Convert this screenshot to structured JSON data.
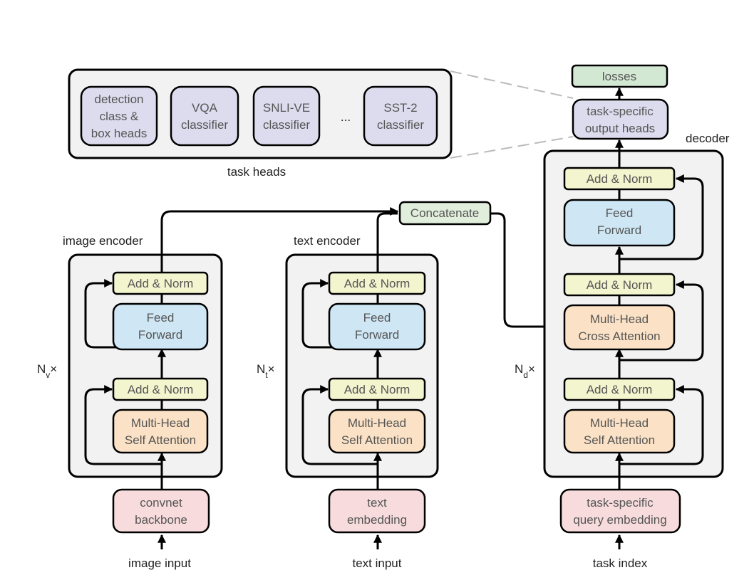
{
  "task_heads": {
    "label": "task heads",
    "heads": [
      [
        "detection",
        "class &",
        "box heads"
      ],
      [
        "VQA",
        "classifier"
      ],
      [
        "SNLI-VE",
        "classifier"
      ],
      [
        "SST-2",
        "classifier"
      ]
    ],
    "ellipsis": "..."
  },
  "image_encoder": {
    "label": "image encoder",
    "repeat": "N",
    "repeat_sub": "v",
    "add_norm_top": "Add & Norm",
    "feed_forward": [
      "Feed",
      "Forward"
    ],
    "add_norm_bottom": "Add & Norm",
    "attention": [
      "Multi-Head",
      "Self Attention"
    ],
    "input_block": [
      "convnet",
      "backbone"
    ],
    "input_label": "image input"
  },
  "text_encoder": {
    "label": "text encoder",
    "repeat": "N",
    "repeat_sub": "t",
    "add_norm_top": "Add & Norm",
    "feed_forward": [
      "Feed",
      "Forward"
    ],
    "add_norm_bottom": "Add & Norm",
    "attention": [
      "Multi-Head",
      "Self Attention"
    ],
    "input_block": [
      "text",
      "embedding"
    ],
    "input_label": "text input"
  },
  "concat": "Concatenate",
  "decoder": {
    "label": "decoder",
    "repeat": "N",
    "repeat_sub": "d",
    "add_norm_1": "Add & Norm",
    "feed_forward": [
      "Feed",
      "Forward"
    ],
    "add_norm_2": "Add & Norm",
    "cross_attention": [
      "Multi-Head",
      "Cross Attention"
    ],
    "add_norm_3": "Add & Norm",
    "self_attention": [
      "Multi-Head",
      "Self Attention"
    ],
    "input_block": [
      "task-specific",
      "query embedding"
    ],
    "input_label": "task index",
    "output_heads": [
      "task-specific",
      "output heads"
    ],
    "losses": "losses"
  },
  "times": "×",
  "colors": {
    "add_norm": "#f3f5cf",
    "feed_forward": "#cfe7f5",
    "attention": "#fbe2c6",
    "input_block": "#f8dcdd",
    "head": "#dcdcee",
    "concat": "#e1eedc",
    "losses": "#d3e8d3",
    "container": "#f2f2f2"
  }
}
